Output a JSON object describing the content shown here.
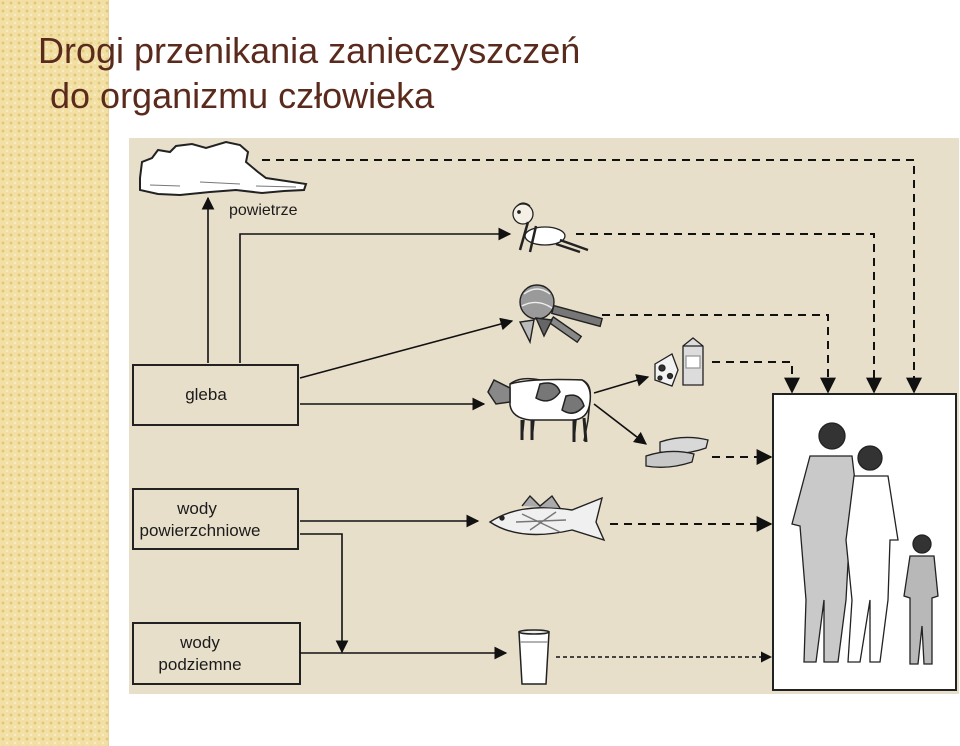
{
  "slide": {
    "title_line1": "Drogi przenikania zanieczyszczeń",
    "title_line2": "do organizmu człowieka"
  },
  "diagram": {
    "background_color": "#e8dfcb",
    "air_label": "powietrze",
    "sources": {
      "soil": "gleba",
      "surface_water_line1": "wody",
      "surface_water_line2": "powierzchniowe",
      "groundwater_line1": "wody",
      "groundwater_line2": "podziemne"
    },
    "icons": [
      "cloud-icon",
      "baby-icon",
      "vegetables-icon",
      "cheese-icon",
      "milk-carton-icon",
      "cow-icon",
      "meat-icon",
      "fish-icon",
      "water-glass-icon",
      "family-icon"
    ]
  }
}
